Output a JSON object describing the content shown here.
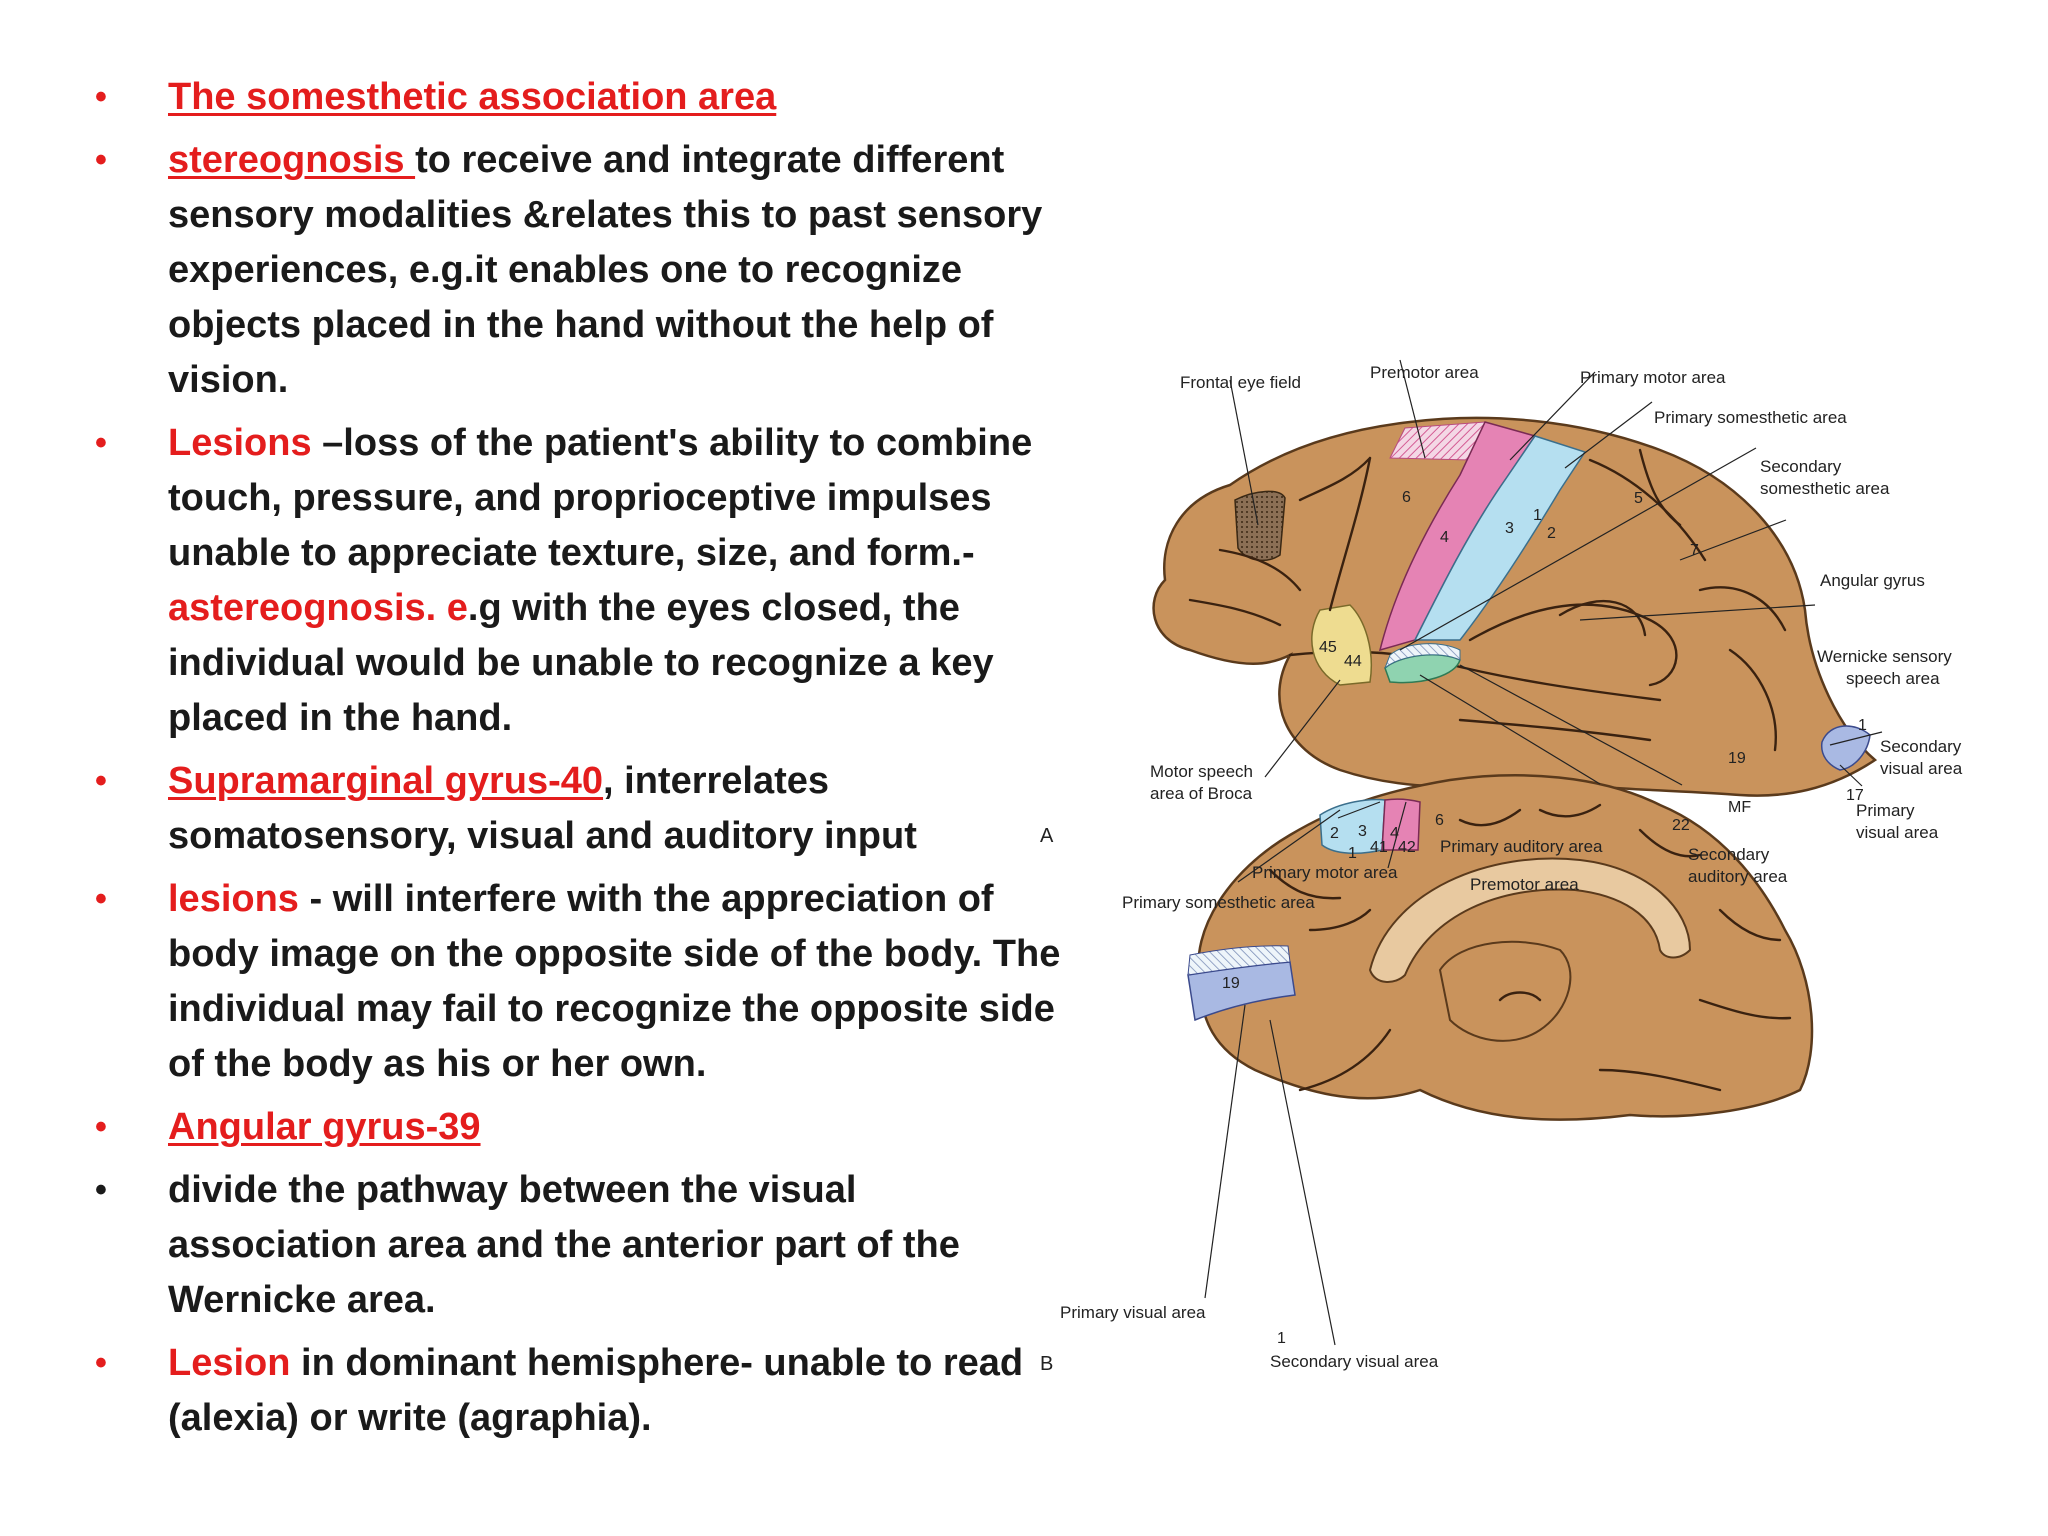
{
  "bullets": [
    {
      "segments": [
        {
          "text": "The somesthetic association area",
          "style": "red-underline"
        }
      ],
      "bullet_color": "#e41d1d"
    },
    {
      "segments": [
        {
          "text": "stereognosis ",
          "style": "red-underline"
        },
        {
          "text": "to receive and integrate different sensory modalities &relates this to past sensory experiences, e.g.it enables one to recognize objects placed in the hand without the help of vision.",
          "style": "black"
        }
      ],
      "bullet_color": "#e41d1d"
    },
    {
      "segments": [
        {
          "text": "Lesions",
          "style": "red"
        },
        {
          "text": " –loss of the patient's ability to combine touch, pressure, and proprioceptive impulses unable to appreciate texture, size, and form.- ",
          "style": "black"
        },
        {
          "text": "astereognosis. e",
          "style": "red"
        },
        {
          "text": ".g  with the eyes closed, the individual would be unable to recognize a key placed in the hand.",
          "style": "black"
        }
      ],
      "bullet_color": "#e41d1d"
    },
    {
      "segments": [
        {
          "text": "Supramarginal gyrus-40",
          "style": "red-underline"
        },
        {
          "text": ", interrelates somatosensory, visual and auditory input",
          "style": "black"
        }
      ],
      "bullet_color": "#e41d1d"
    },
    {
      "segments": [
        {
          "text": "lesions",
          "style": "red"
        },
        {
          "text": " - will interfere with the appreciation of body image on the opposite side of the body. The individual may fail to recognize the opposite side of the body as his or her own.",
          "style": "black"
        }
      ],
      "bullet_color": "#e41d1d"
    },
    {
      "segments": [
        {
          "text": "Angular gyrus-39",
          "style": "red-underline"
        }
      ],
      "bullet_color": "#e41d1d"
    },
    {
      "segments": [
        {
          "text": "divide the pathway between the visual association area and the anterior part of the Wernicke area.",
          "style": "black"
        }
      ],
      "bullet_color": "#1a1a1a"
    },
    {
      "segments": [
        {
          "text": "Lesion",
          "style": "red"
        },
        {
          "text": " in dominant hemisphere- unable to read (alexia) or write (agraphia).",
          "style": "black"
        }
      ],
      "bullet_color": "#e41d1d"
    }
  ],
  "figure": {
    "panel_a": "A",
    "panel_b": "B",
    "labels_a": {
      "frontal_eye_field": "Frontal eye field",
      "premotor_area": "Premotor area",
      "primary_motor_area": "Primary motor area",
      "primary_somesthetic_area": "Primary somesthetic area",
      "secondary_somesthetic_1": "Secondary",
      "secondary_somesthetic_2": "somesthetic area",
      "angular_gyrus": "Angular gyrus",
      "wernicke_1": "Wernicke sensory",
      "wernicke_2": "speech area",
      "secondary_visual_1": "Secondary",
      "secondary_visual_2": "visual area",
      "primary_visual_1": "Primary",
      "primary_visual_2": "visual area",
      "secondary_auditory_1": "Secondary",
      "secondary_auditory_2": "auditory area",
      "primary_auditory_area": "Primary auditory area",
      "broca_1": "Motor speech",
      "broca_2": "area of Broca"
    },
    "numbers_a": {
      "n6": "6",
      "n4": "4",
      "n3": "3",
      "n1": "1",
      "n2": "2",
      "n5": "5",
      "n7": "7",
      "n45": "45",
      "n44": "44",
      "n41": "41",
      "n42": "42",
      "n22": "22",
      "n19": "19",
      "n17": "17",
      "n1b": "1"
    },
    "labels_b": {
      "primary_motor_area": "Primary motor area",
      "premotor_area": "Premotor area",
      "primary_somesthetic_area": "Primary somesthetic area",
      "primary_visual_area": "Primary visual area",
      "secondary_visual_area": "Secondary visual area"
    },
    "numbers_b": {
      "n2": "2",
      "n3": "3",
      "n1": "1",
      "n4": "4",
      "n6": "6",
      "n19": "19",
      "n1b": "1"
    },
    "signature": "MF",
    "colors": {
      "brain": "#c9935c",
      "motor": "#e583b4",
      "somesthetic": "#b5dff0",
      "broca": "#eedc90",
      "visual": "#a9b9e3",
      "auditory": "#8fd3b0",
      "frontal_eye": "#8b6f55"
    }
  }
}
